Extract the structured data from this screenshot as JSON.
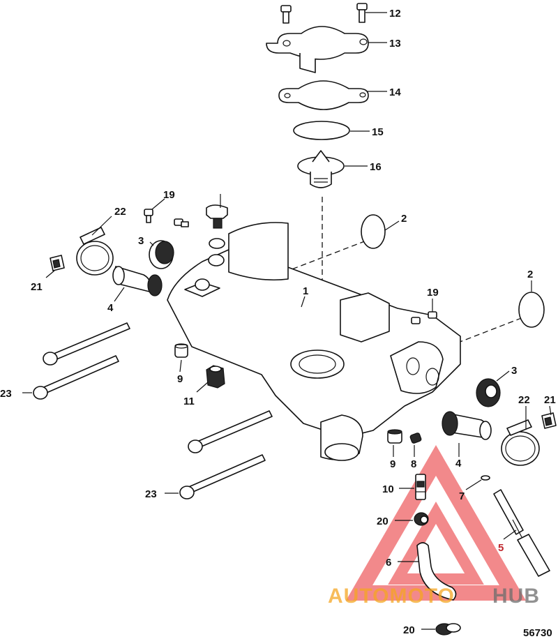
{
  "labels": {
    "l1": "1",
    "l2a": "2",
    "l2b": "2",
    "l3a": "3",
    "l3b": "3",
    "l4a": "4",
    "l4b": "4",
    "l5": "5",
    "l6": "6",
    "l7": "7",
    "l8": "8",
    "l9a": "9",
    "l9b": "9",
    "l10": "10",
    "l11": "11",
    "l12": "12",
    "l13": "13",
    "l14": "14",
    "l15": "15",
    "l16": "16",
    "l19a": "19",
    "l19b": "19",
    "l20a": "20",
    "l20b": "20",
    "l21a": "21",
    "l21b": "21",
    "l22a": "22",
    "l22b": "22",
    "l23a": "23",
    "l23b": "23"
  },
  "watermark": {
    "part1": "AUTOMOTO",
    "part2": "HUB"
  },
  "diagram_number": "56730",
  "colors": {
    "line": "#111111",
    "watermark_red": "#e8292d",
    "watermark_orange": "#f5a623",
    "watermark_gray": "#6d6d6d"
  }
}
